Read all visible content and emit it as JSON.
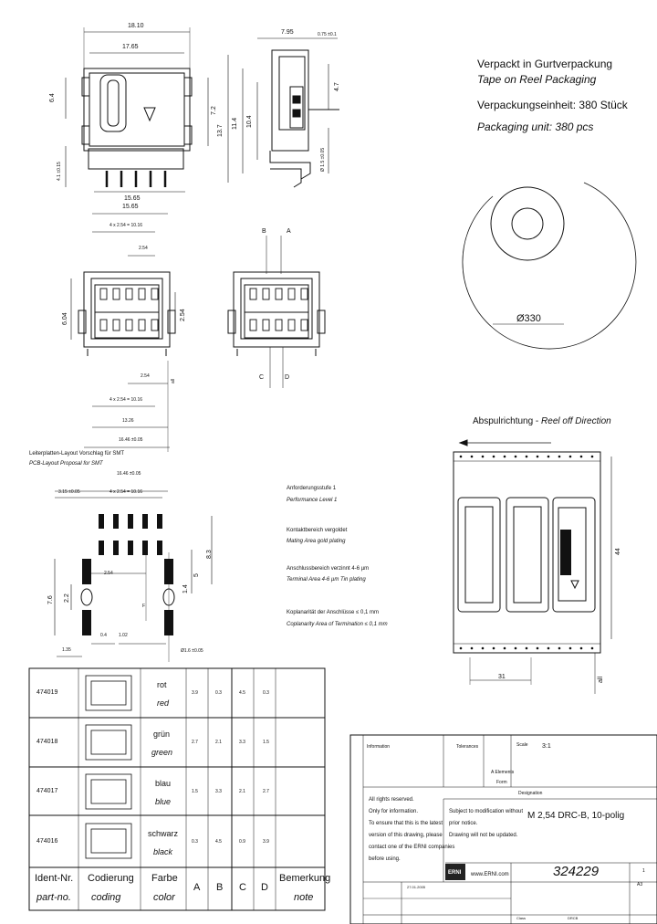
{
  "packaging": {
    "de_title": "Verpackt in Gurtverpackung",
    "en_title": "Tape on Reel Packaging",
    "de_unit": "Verpackungseinheit:  380 Stück",
    "en_unit": "Packaging unit:  380 pcs",
    "reel_diameter": "Ø330"
  },
  "reel_off": {
    "label_de": "Abspulrichtung - ",
    "label_en": "Reel off Direction",
    "dim_pitch": "31",
    "dim_width": "44",
    "dim_side": "all"
  },
  "top_view_dims": {
    "width_total": "18.10",
    "width_inner": "17.65",
    "left_64": "6.4",
    "left_41": "4.1 ±0.15",
    "right_72": "7.2",
    "bottom_width": "15.65"
  },
  "side_view_dims": {
    "top_left": "7.95",
    "top_right": "0.75 ±0.1",
    "h_137": "13.7",
    "h_114": "11.4",
    "h_104": "10.4",
    "h_47": "4.7",
    "h_15": "Ø 1.5 ±0.05"
  },
  "front_view_dims": {
    "w_top": "15.65",
    "pitch_total": "4 x 2.54 = 10.16",
    "pitch": "2.54",
    "h_604": "6.04",
    "h_254": "2.54",
    "b_254": "2.54",
    "b_pitch_total": "4 x 2.54 = 10.16",
    "b_1326": "13.26",
    "b_1646": "16.46 ±0.05",
    "b_all": "all"
  },
  "coding_view": {
    "label_b": "B",
    "label_a": "A",
    "label_c": "C",
    "label_d": "D"
  },
  "pcb": {
    "title_de": "Leiterplatten-Layout Vorschlag für SMT",
    "title_en": "PCB-Layout Proposal for SMT",
    "dim_top": "16.46 ±0.05",
    "dim_315": "3.15 ±0.05",
    "dim_pitch": "4 x 2.54 = 10.16",
    "dim_83": "8.3",
    "dim_5": "5",
    "dim_14": "1.4",
    "dim_76": "7.6",
    "dim_22": "2.2",
    "dim_254": "2.54",
    "dim_04": "0.4",
    "dim_102": "1.02",
    "dim_135": "1.35",
    "dim_16": "Ø1.6 ±0.05",
    "dim_f": "F"
  },
  "notes": [
    {
      "de": "Anforderungsstufe 1",
      "en": "Performance Level 1"
    },
    {
      "de": "Kontaktbereich vergoldet",
      "en": "Mating Area gold plating"
    },
    {
      "de": "Anschlussbereich verzinnt 4-6 µm",
      "en": "Terminal Area 4-6 µm Tin plating"
    },
    {
      "de": "Koplanarität der Anschlüsse ≤ 0,1 mm",
      "en": "Coplanarity Area of Termination ≤ 0,1 mm"
    }
  ],
  "parts_table": {
    "headers": [
      {
        "de": "Ident-Nr.",
        "en": "part-no."
      },
      {
        "de": "Codierung",
        "en": "coding"
      },
      {
        "de": "Farbe",
        "en": "color"
      },
      {
        "de": "A",
        "en": ""
      },
      {
        "de": "B",
        "en": ""
      },
      {
        "de": "C",
        "en": ""
      },
      {
        "de": "D",
        "en": ""
      },
      {
        "de": "Bemerkung",
        "en": "note"
      }
    ],
    "rows": [
      {
        "id": "474019",
        "de": "rot",
        "en": "red",
        "a": "3.9",
        "b": "0.3",
        "c": "4.5",
        "d": "0.3"
      },
      {
        "id": "474018",
        "de": "grün",
        "en": "green",
        "a": "2.7",
        "b": "2.1",
        "c": "3.3",
        "d": "1.5"
      },
      {
        "id": "474017",
        "de": "blau",
        "en": "blue",
        "a": "1.5",
        "b": "3.3",
        "c": "2.1",
        "d": "2.7"
      },
      {
        "id": "474016",
        "de": "schwarz",
        "en": "black",
        "a": "0.3",
        "b": "4.5",
        "c": "0.9",
        "d": "3.9"
      }
    ]
  },
  "title_block": {
    "tolerance_label": "Tolerances",
    "scale_label": "Scale",
    "scale_value": "3:1",
    "projection": "A Elements",
    "form": "Form",
    "designation_label": "Designation",
    "designation": "M 2,54 DRC-B, 10-polig",
    "rights_1": "All rights reserved.",
    "rights_2": "Only for information.",
    "rights_3": "To ensure that this is the latest",
    "rights_4": "version of this drawing, please",
    "rights_5": "contact one of the ERNI companies",
    "rights_6": "before using.",
    "subject_1": "Subject to modification without",
    "subject_2": "prior notice.",
    "subject_3": "Drawing will not be updated.",
    "logo": "ERNI",
    "web": "www.ERNI.com",
    "drawing_no": "324229",
    "sheet": "1",
    "size": "A3",
    "date": "27.01.2005",
    "class": "Class",
    "class_value": "DRCB",
    "info": "Information"
  }
}
